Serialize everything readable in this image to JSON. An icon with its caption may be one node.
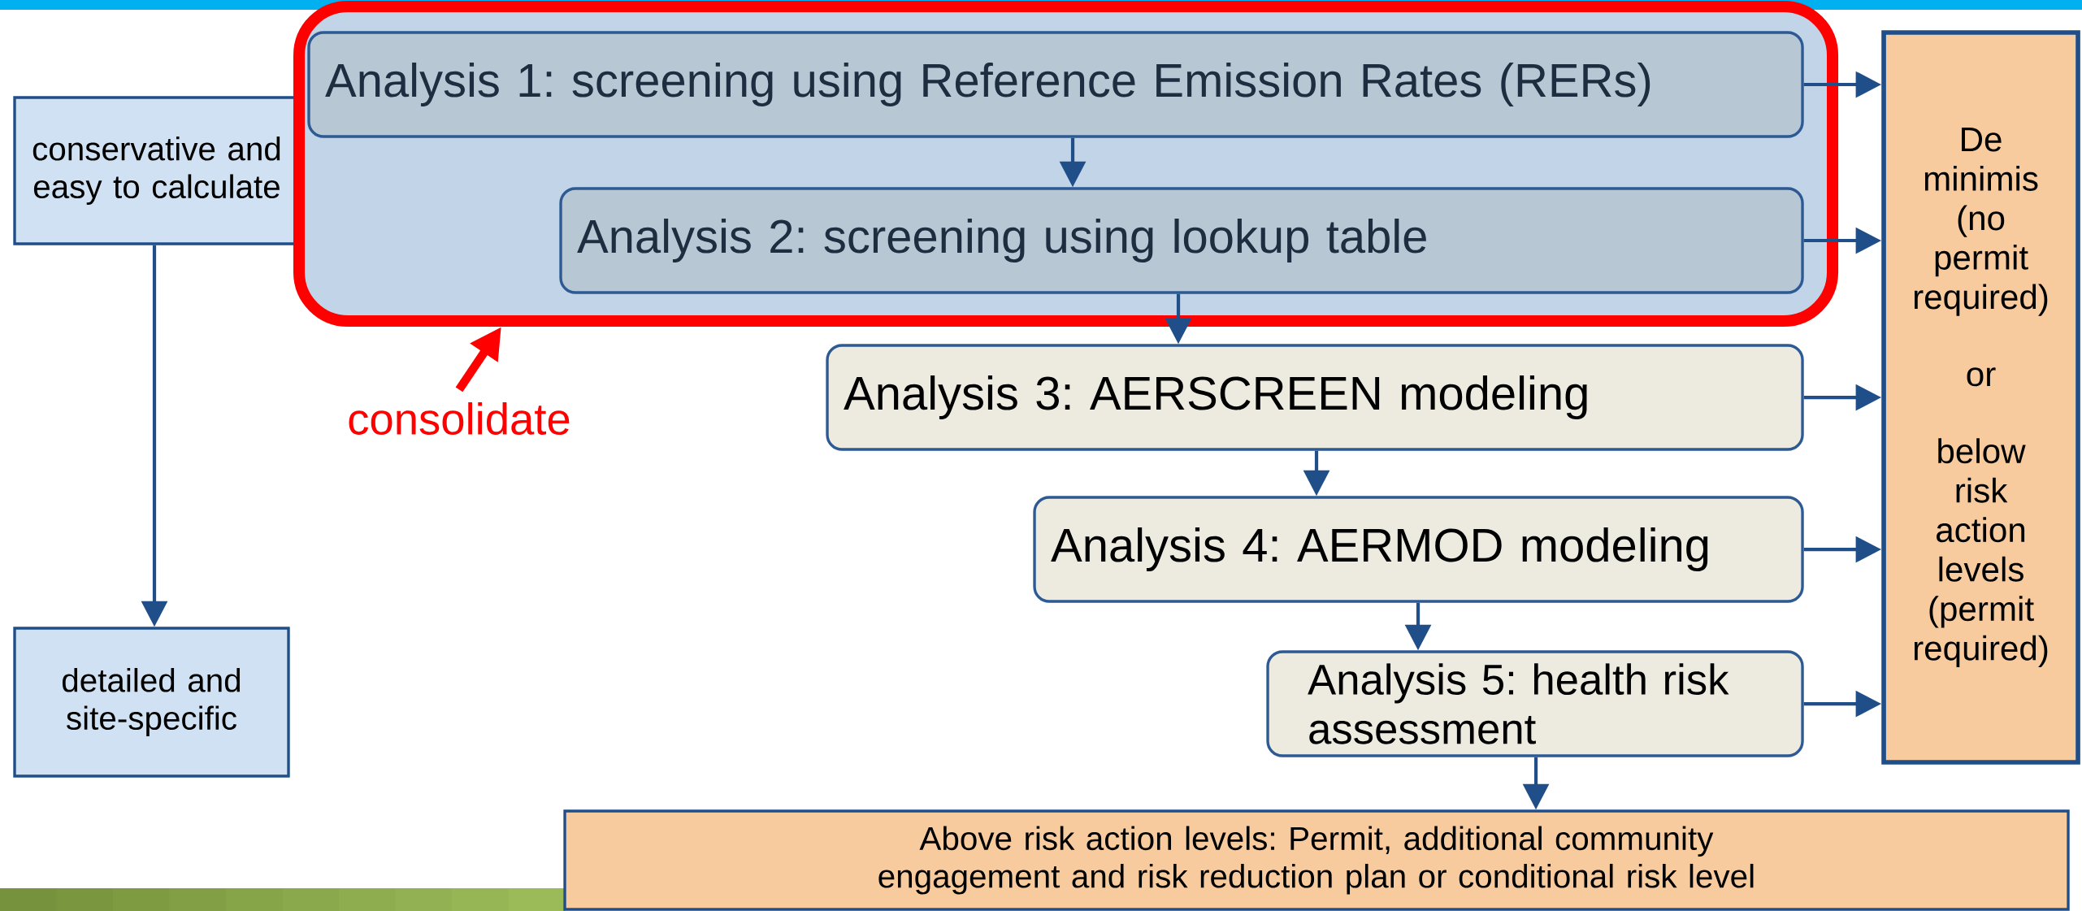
{
  "diagram": {
    "nodes": [
      {
        "text": [
          "conservative and easy to calculate"
        ]
      },
      {
        "text": [],
        "shape": "box"
      },
      {
        "text": [
          "Analysis 1: screening using Reference Emission Rates (RERs)"
        ],
        "in": 1
      },
      {
        "text": [
          "Analysis 2: screening using lookup table"
        ],
        "in": 1
      },
      {
        "text": [
          "consolidate"
        ]
      },
      {
        "text": [
          "Analysis 3: AERSCREEN modeling"
        ]
      },
      {
        "text": [
          "Analysis 4: AERMOD modeling"
        ]
      },
      {
        "text": [
          "Analysis 5: health risk assessment"
        ]
      },
      {
        "text": [
          "De minimis (no permit required)",
          "or",
          "below risk action levels (permit required)"
        ]
      },
      {
        "text": [
          "detailed and site-specific"
        ]
      },
      {
        "text": [
          "Above risk action levels: Permit, additional community engagement and risk reduction plan or conditional risk level"
        ]
      }
    ],
    "edges": [
      {
        "from": 0,
        "to": 9,
        "arrow": "to"
      },
      {
        "from": 4,
        "to": 1,
        "arrow": "to",
        "style": "thick",
        "color": "#ff0000"
      },
      {
        "from": 2,
        "to": 3,
        "arrow": "to"
      },
      {
        "from": 3,
        "to": 5,
        "arrow": "to"
      },
      {
        "from": 5,
        "to": 6,
        "arrow": "to"
      },
      {
        "from": 6,
        "to": 7,
        "arrow": "to"
      },
      {
        "from": 7,
        "to": 10,
        "arrow": "to"
      },
      {
        "from": 2,
        "to": 8,
        "arrow": "to"
      },
      {
        "from": 3,
        "to": 8,
        "arrow": "to"
      },
      {
        "from": 5,
        "to": 8,
        "arrow": "to"
      },
      {
        "from": 6,
        "to": 8,
        "arrow": "to"
      },
      {
        "from": 7,
        "to": 8,
        "arrow": "to"
      }
    ]
  }
}
